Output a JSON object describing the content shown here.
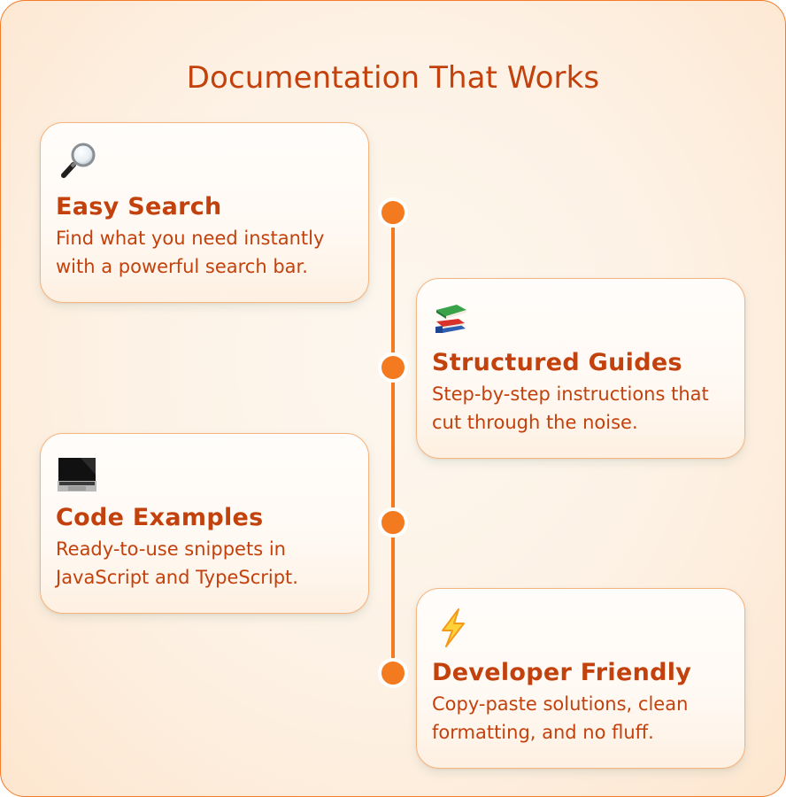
{
  "title": "Documentation That Works",
  "colors": {
    "accent": "#f47a20",
    "text": "#c2410c",
    "frame_border": "#f57c2a",
    "card_border": "#f6b47f",
    "background": "#fdf1e4"
  },
  "features": [
    {
      "icon": "magnifying-glass-icon",
      "heading": "Easy Search",
      "description": "Find what you need instantly with a powerful search bar.",
      "side": "left"
    },
    {
      "icon": "books-icon",
      "heading": "Structured Guides",
      "description": "Step-by-step instructions that cut through the noise.",
      "side": "right"
    },
    {
      "icon": "laptop-icon",
      "heading": "Code Examples",
      "description": "Ready-to-use snippets in JavaScript and TypeScript.",
      "side": "left"
    },
    {
      "icon": "lightning-bolt-icon",
      "heading": "Developer Friendly",
      "description": "Copy-paste solutions, clean formatting, and no fluff.",
      "side": "right"
    }
  ]
}
